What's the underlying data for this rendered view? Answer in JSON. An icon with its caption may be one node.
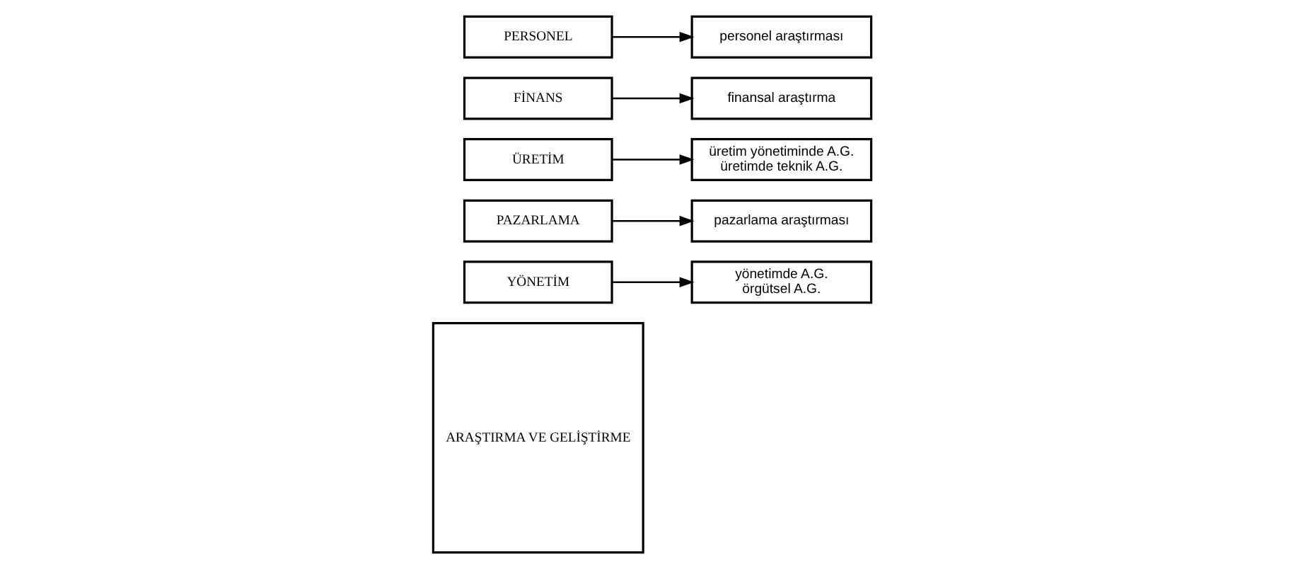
{
  "diagram": {
    "nodes": [
      {
        "text": [
          "ARAŞTIRMA VE GELİŞTİRME"
        ]
      },
      {
        "text": [
          "YÖNETİM"
        ]
      },
      {
        "text": [
          "yönetimde A.G.",
          "örgütsel A.G."
        ]
      },
      {
        "text": [
          "PAZARLAMA"
        ]
      },
      {
        "text": [
          "pazarlama araştırması"
        ]
      },
      {
        "text": [
          "ÜRETİM"
        ]
      },
      {
        "text": [
          "üretim yönetiminde A.G.",
          "üretimde teknik A.G."
        ]
      },
      {
        "text": [
          "FİNANS"
        ]
      },
      {
        "text": [
          "finansal araştırma"
        ]
      },
      {
        "text": [
          "PERSONEL"
        ]
      },
      {
        "text": [
          "personel araştırması"
        ]
      }
    ],
    "edges": [
      {
        "from": 1,
        "to": 2,
        "arrow": "to"
      },
      {
        "from": 3,
        "to": 4,
        "arrow": "to"
      },
      {
        "from": 5,
        "to": 6,
        "arrow": "to"
      },
      {
        "from": 7,
        "to": 8,
        "arrow": "to"
      },
      {
        "from": 9,
        "to": 10,
        "arrow": "to"
      }
    ]
  }
}
